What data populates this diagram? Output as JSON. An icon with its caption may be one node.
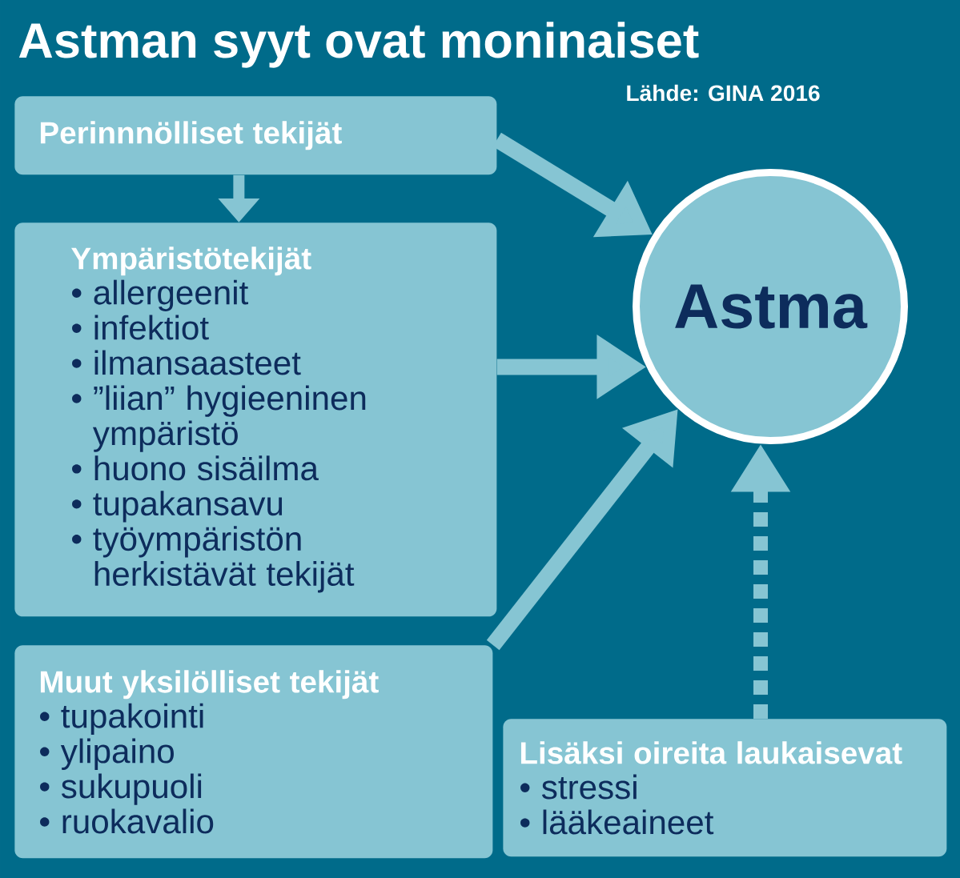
{
  "diagram": {
    "title": "Astman syyt ovat moninaiset",
    "nodes": [
      {
        "text": [
          "Perinnnölliset tekijät"
        ]
      },
      {
        "text": [
          "Ympäristötekijät",
          "• allergeenit",
          "• infektiot",
          "• ilmansaasteet",
          "• ”liian” hygieeninen ympäristö",
          "• huono sisäilma",
          "• tupakansavu",
          "• työympäristön herkistävät tekijät"
        ]
      },
      {
        "text": [
          "Muut yksilölliset tekijät",
          "• tupakointi",
          "• ylipaino",
          "• sukupuoli",
          "• ruokavalio"
        ]
      },
      {
        "text": [
          "Lisäksi oireita laukaisevat",
          "• stressi",
          "• lääkeaineet"
        ]
      },
      {
        "text": [
          "Astma"
        ]
      }
    ],
    "edges": [
      {
        "from": 0,
        "to": 1,
        "arrow": "to"
      },
      {
        "from": 0,
        "to": 4,
        "arrow": "to"
      },
      {
        "from": 1,
        "to": 4,
        "arrow": "to"
      },
      {
        "from": 2,
        "to": 4,
        "arrow": "to"
      },
      {
        "from": 3,
        "to": 4,
        "arrow": "to",
        "style": "dashed"
      }
    ],
    "labels": [
      "Lähde: GINA 2016"
    ]
  }
}
